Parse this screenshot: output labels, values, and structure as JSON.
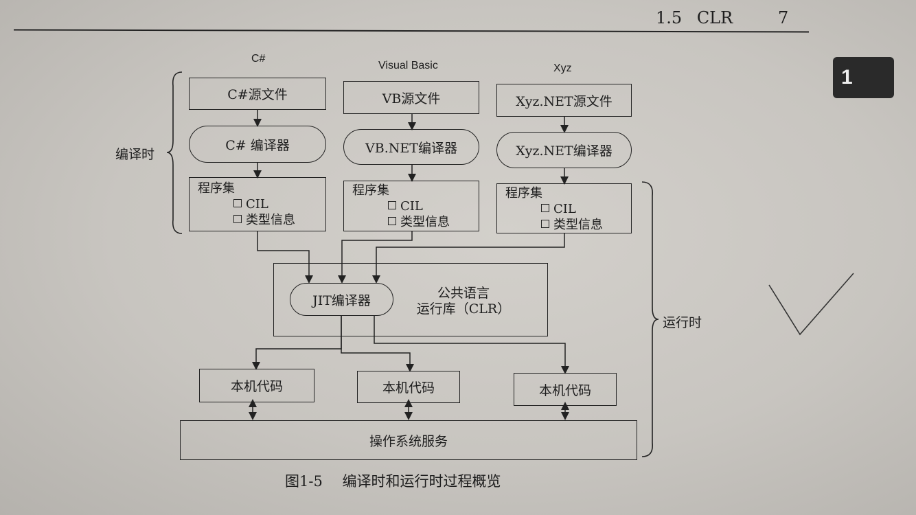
{
  "header": {
    "section": "1.5",
    "title": "CLR",
    "page_number": "7"
  },
  "chapter_tab": "1",
  "diagram": {
    "languages": [
      "C#",
      "Visual Basic",
      "Xyz"
    ],
    "source_files": [
      "C#源文件",
      "VB源文件",
      "Xyz.NET源文件"
    ],
    "compilers": [
      "C# 编译器",
      "VB.NET编译器",
      "Xyz.NET编译器"
    ],
    "assembly": {
      "title": "程序集",
      "items": [
        "CIL",
        "类型信息"
      ]
    },
    "jit": "JIT编译器",
    "clr_line1": "公共语言",
    "clr_line2": "运行库（CLR）",
    "native_code": "本机代码",
    "os_services": "操作系统服务",
    "compile_time_label": "编译时",
    "runtime_label": "运行时"
  },
  "caption": {
    "figure": "图1-5",
    "text": "编译时和运行时过程概览"
  }
}
